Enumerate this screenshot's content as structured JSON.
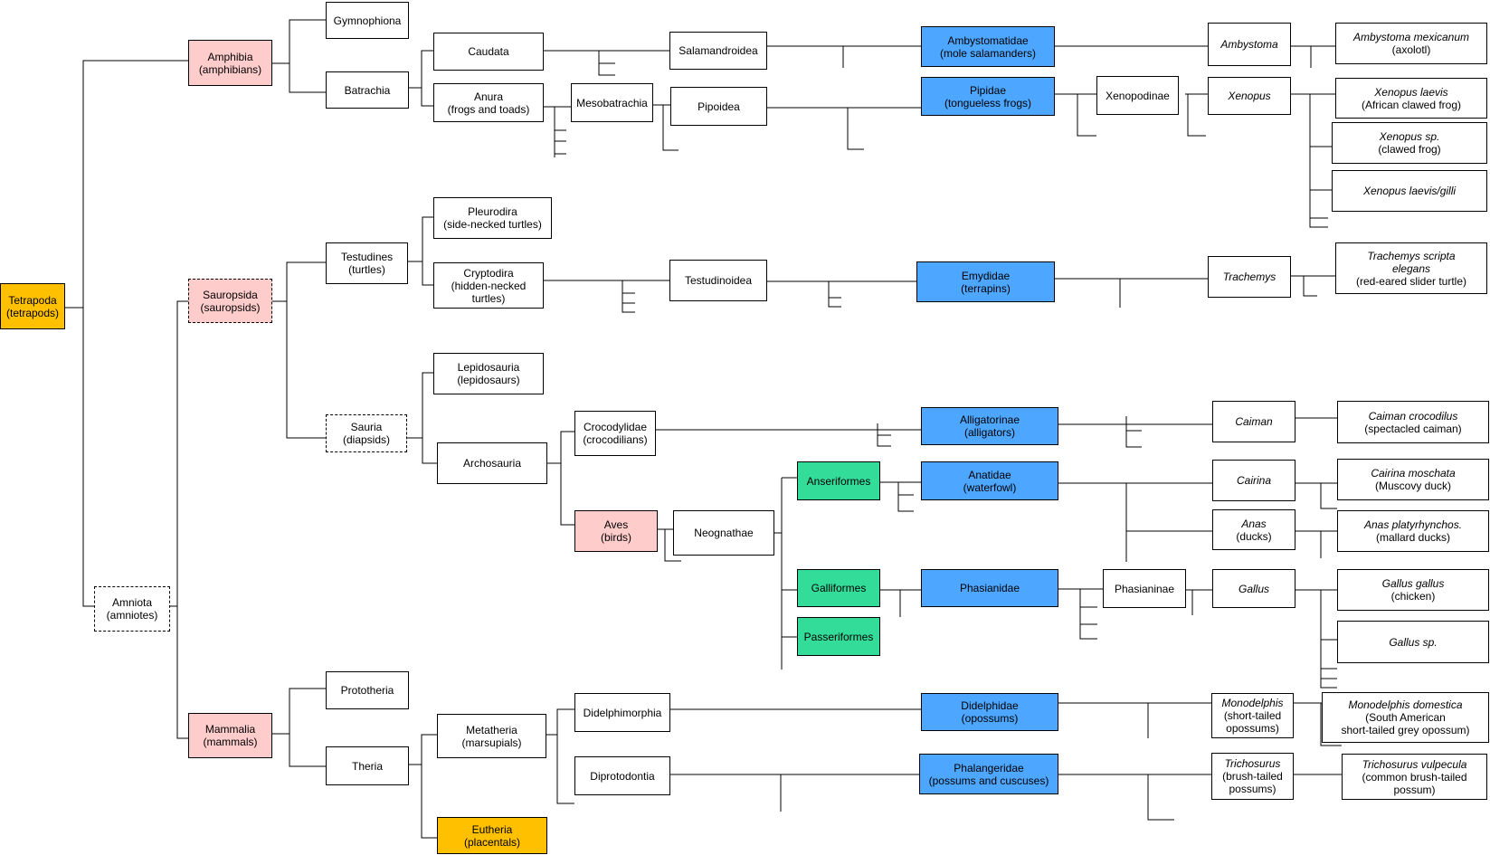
{
  "colors": {
    "root": "#ffc000",
    "class": "#ffcccc",
    "family": "#4da6ff",
    "order": "#33dd99",
    "placentals": "#ffc000",
    "plain": "#ffffff",
    "line": "#000000"
  },
  "nodes": {
    "tetrapoda": {
      "l1": "Tetrapoda",
      "l2": "(tetrapods)"
    },
    "amphibia": {
      "l1": "Amphibia",
      "l2": "(amphibians)"
    },
    "gymnophiona": {
      "l1": "Gymnophiona"
    },
    "batrachia": {
      "l1": "Batrachia"
    },
    "caudata": {
      "l1": "Caudata"
    },
    "anura": {
      "l1": "Anura",
      "l2": "(frogs and toads)"
    },
    "salamandroidea": {
      "l1": "Salamandroidea"
    },
    "mesobatrachia": {
      "l1": "Mesobatrachia"
    },
    "pipoidea": {
      "l1": "Pipoidea"
    },
    "ambystomatidae": {
      "l1": "Ambystomatidae",
      "l2": "(mole salamanders)"
    },
    "pipidae": {
      "l1": "Pipidae",
      "l2": "(tongueless frogs)"
    },
    "xenopodinae": {
      "l1": "Xenopodinae"
    },
    "ambystoma": {
      "l1": "Ambystoma"
    },
    "xenopus": {
      "l1": "Xenopus"
    },
    "axolotl": {
      "l1": "Ambystoma mexicanum",
      "l2": "(axolotl)"
    },
    "xlaevis": {
      "l1": "Xenopus laevis",
      "l2": "(African clawed frog)"
    },
    "xsp": {
      "l1": "Xenopus sp.",
      "l2": "(clawed frog)"
    },
    "xlaevisgilli": {
      "l1": "Xenopus laevis/gilli"
    },
    "sauropsida": {
      "l1": "Sauropsida",
      "l2": "(sauropsids)"
    },
    "testudines": {
      "l1": "Testudines",
      "l2": "(turtles)"
    },
    "pleurodira": {
      "l1": "Pleurodira",
      "l2": "(side-necked turtles)"
    },
    "cryptodira": {
      "l1": "Cryptodira",
      "l2": "(hidden-necked",
      "l3": "turtles)"
    },
    "testudinoidea": {
      "l1": "Testudinoidea"
    },
    "emydidae": {
      "l1": "Emydidae",
      "l2": "(terrapins)"
    },
    "trachemys": {
      "l1": "Trachemys"
    },
    "trachemys_sp": {
      "l1": "Trachemys scripta",
      "l2": "elegans",
      "l3": "(red-eared slider turtle)"
    },
    "sauria": {
      "l1": "Sauria",
      "l2": "(diapsids)"
    },
    "lepidosauria": {
      "l1": "Lepidosauria",
      "l2": "(lepidosaurs)"
    },
    "archosauria": {
      "l1": "Archosauria"
    },
    "crocodylidae": {
      "l1": "Crocodylidae",
      "l2": "(crocodilians)"
    },
    "alligatorinae": {
      "l1": "Alligatorinae",
      "l2": "(alligators)"
    },
    "caiman": {
      "l1": "Caiman"
    },
    "caiman_croc": {
      "l1": "Caiman crocodilus",
      "l2": "(spectacled caiman)"
    },
    "aves": {
      "l1": "Aves",
      "l2": "(birds)"
    },
    "neognathae": {
      "l1": "Neognathae"
    },
    "anseriformes": {
      "l1": "Anseriformes"
    },
    "galliformes": {
      "l1": "Galliformes"
    },
    "passeriformes": {
      "l1": "Passeriformes"
    },
    "anatidae": {
      "l1": "Anatidae",
      "l2": "(waterfowl)"
    },
    "phasianidae": {
      "l1": "Phasianidae"
    },
    "phasianinae": {
      "l1": "Phasianinae"
    },
    "cairina": {
      "l1": "Cairina"
    },
    "anas": {
      "l1": "Anas",
      "l2": "(ducks)"
    },
    "gallus": {
      "l1": "Gallus"
    },
    "cairina_m": {
      "l1": "Cairina moschata",
      "l2": "(Muscovy duck)"
    },
    "anas_p": {
      "l1": "Anas platyrhynchos.",
      "l2": "(mallard ducks)"
    },
    "gallus_g": {
      "l1": "Gallus gallus",
      "l2": "(chicken)"
    },
    "gallus_sp": {
      "l1": "Gallus sp."
    },
    "amniota": {
      "l1": "Amniota",
      "l2": "(amniotes)"
    },
    "mammalia": {
      "l1": "Mammalia",
      "l2": "(mammals)"
    },
    "prototheria": {
      "l1": "Prototheria"
    },
    "theria": {
      "l1": "Theria"
    },
    "metatheria": {
      "l1": "Metatheria",
      "l2": "(marsupials)"
    },
    "eutheria": {
      "l1": "Eutheria",
      "l2": "(placentals)"
    },
    "didelphimorphia": {
      "l1": "Didelphimorphia"
    },
    "diprotodontia": {
      "l1": "Diprotodontia"
    },
    "didelphidae": {
      "l1": "Didelphidae",
      "l2": "(opossums)"
    },
    "phalangeridae": {
      "l1": "Phalangeridae",
      "l2": "(possums and cuscuses)"
    },
    "monodelphis": {
      "l1": "Monodelphis",
      "l2": "(short-tailed",
      "l3": "opossums)"
    },
    "trichosurus": {
      "l1": "Trichosurus",
      "l2": "(brush-tailed",
      "l3": "possums)"
    },
    "monodelphis_d": {
      "l1": "Monodelphis domestica",
      "l2": "(South American",
      "l3": "short-tailed grey opossum)"
    },
    "trichosurus_v": {
      "l1": "Trichosurus vulpecula",
      "l2": "(common brush-tailed",
      "l3": "possum)"
    }
  }
}
